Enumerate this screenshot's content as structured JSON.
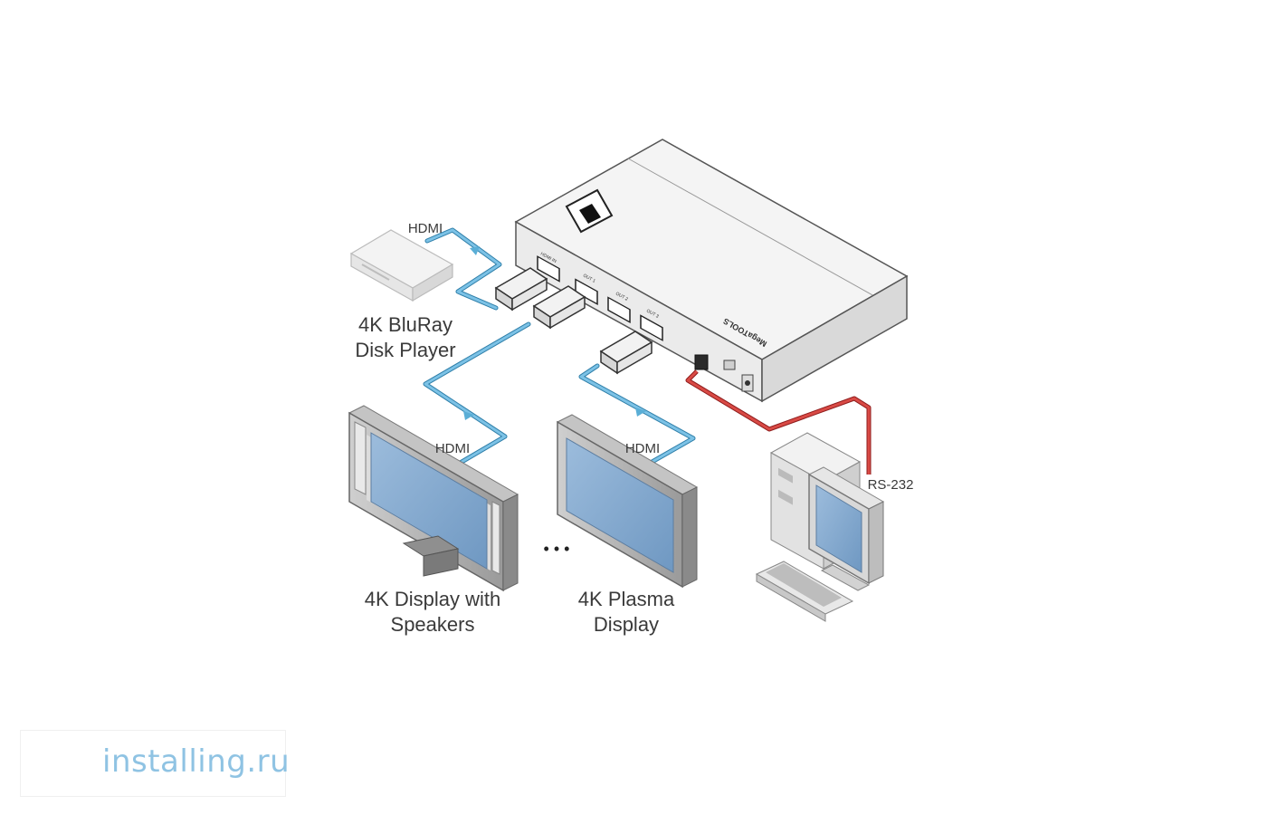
{
  "labels": {
    "hdmi_input": "HDMI",
    "hdmi_out1": "HDMI",
    "hdmi_out2": "HDMI",
    "rs232": "RS-232",
    "bluray_line1": "4K BluRay",
    "bluray_line2": "Disk Player",
    "display1_line1": "4K Display with",
    "display1_line2": "Speakers",
    "display2_line1": "4K Plasma",
    "display2_line2": "Display",
    "ellipsis": "• • •"
  },
  "device": {
    "port_labels": [
      "HDMI IN",
      "OUT 1",
      "OUT 2",
      "OUT 3"
    ],
    "brand_text": "MegaTOOLS"
  },
  "colors": {
    "hdmi_cable": "#5aaed6",
    "rs232_cable": "#c8302f",
    "screen": "#7ea6cc",
    "device_body": "#f2f2f2",
    "outline": "#555555"
  },
  "watermark": {
    "text": "installing.ru",
    "icon": "globe-logo-icon"
  }
}
